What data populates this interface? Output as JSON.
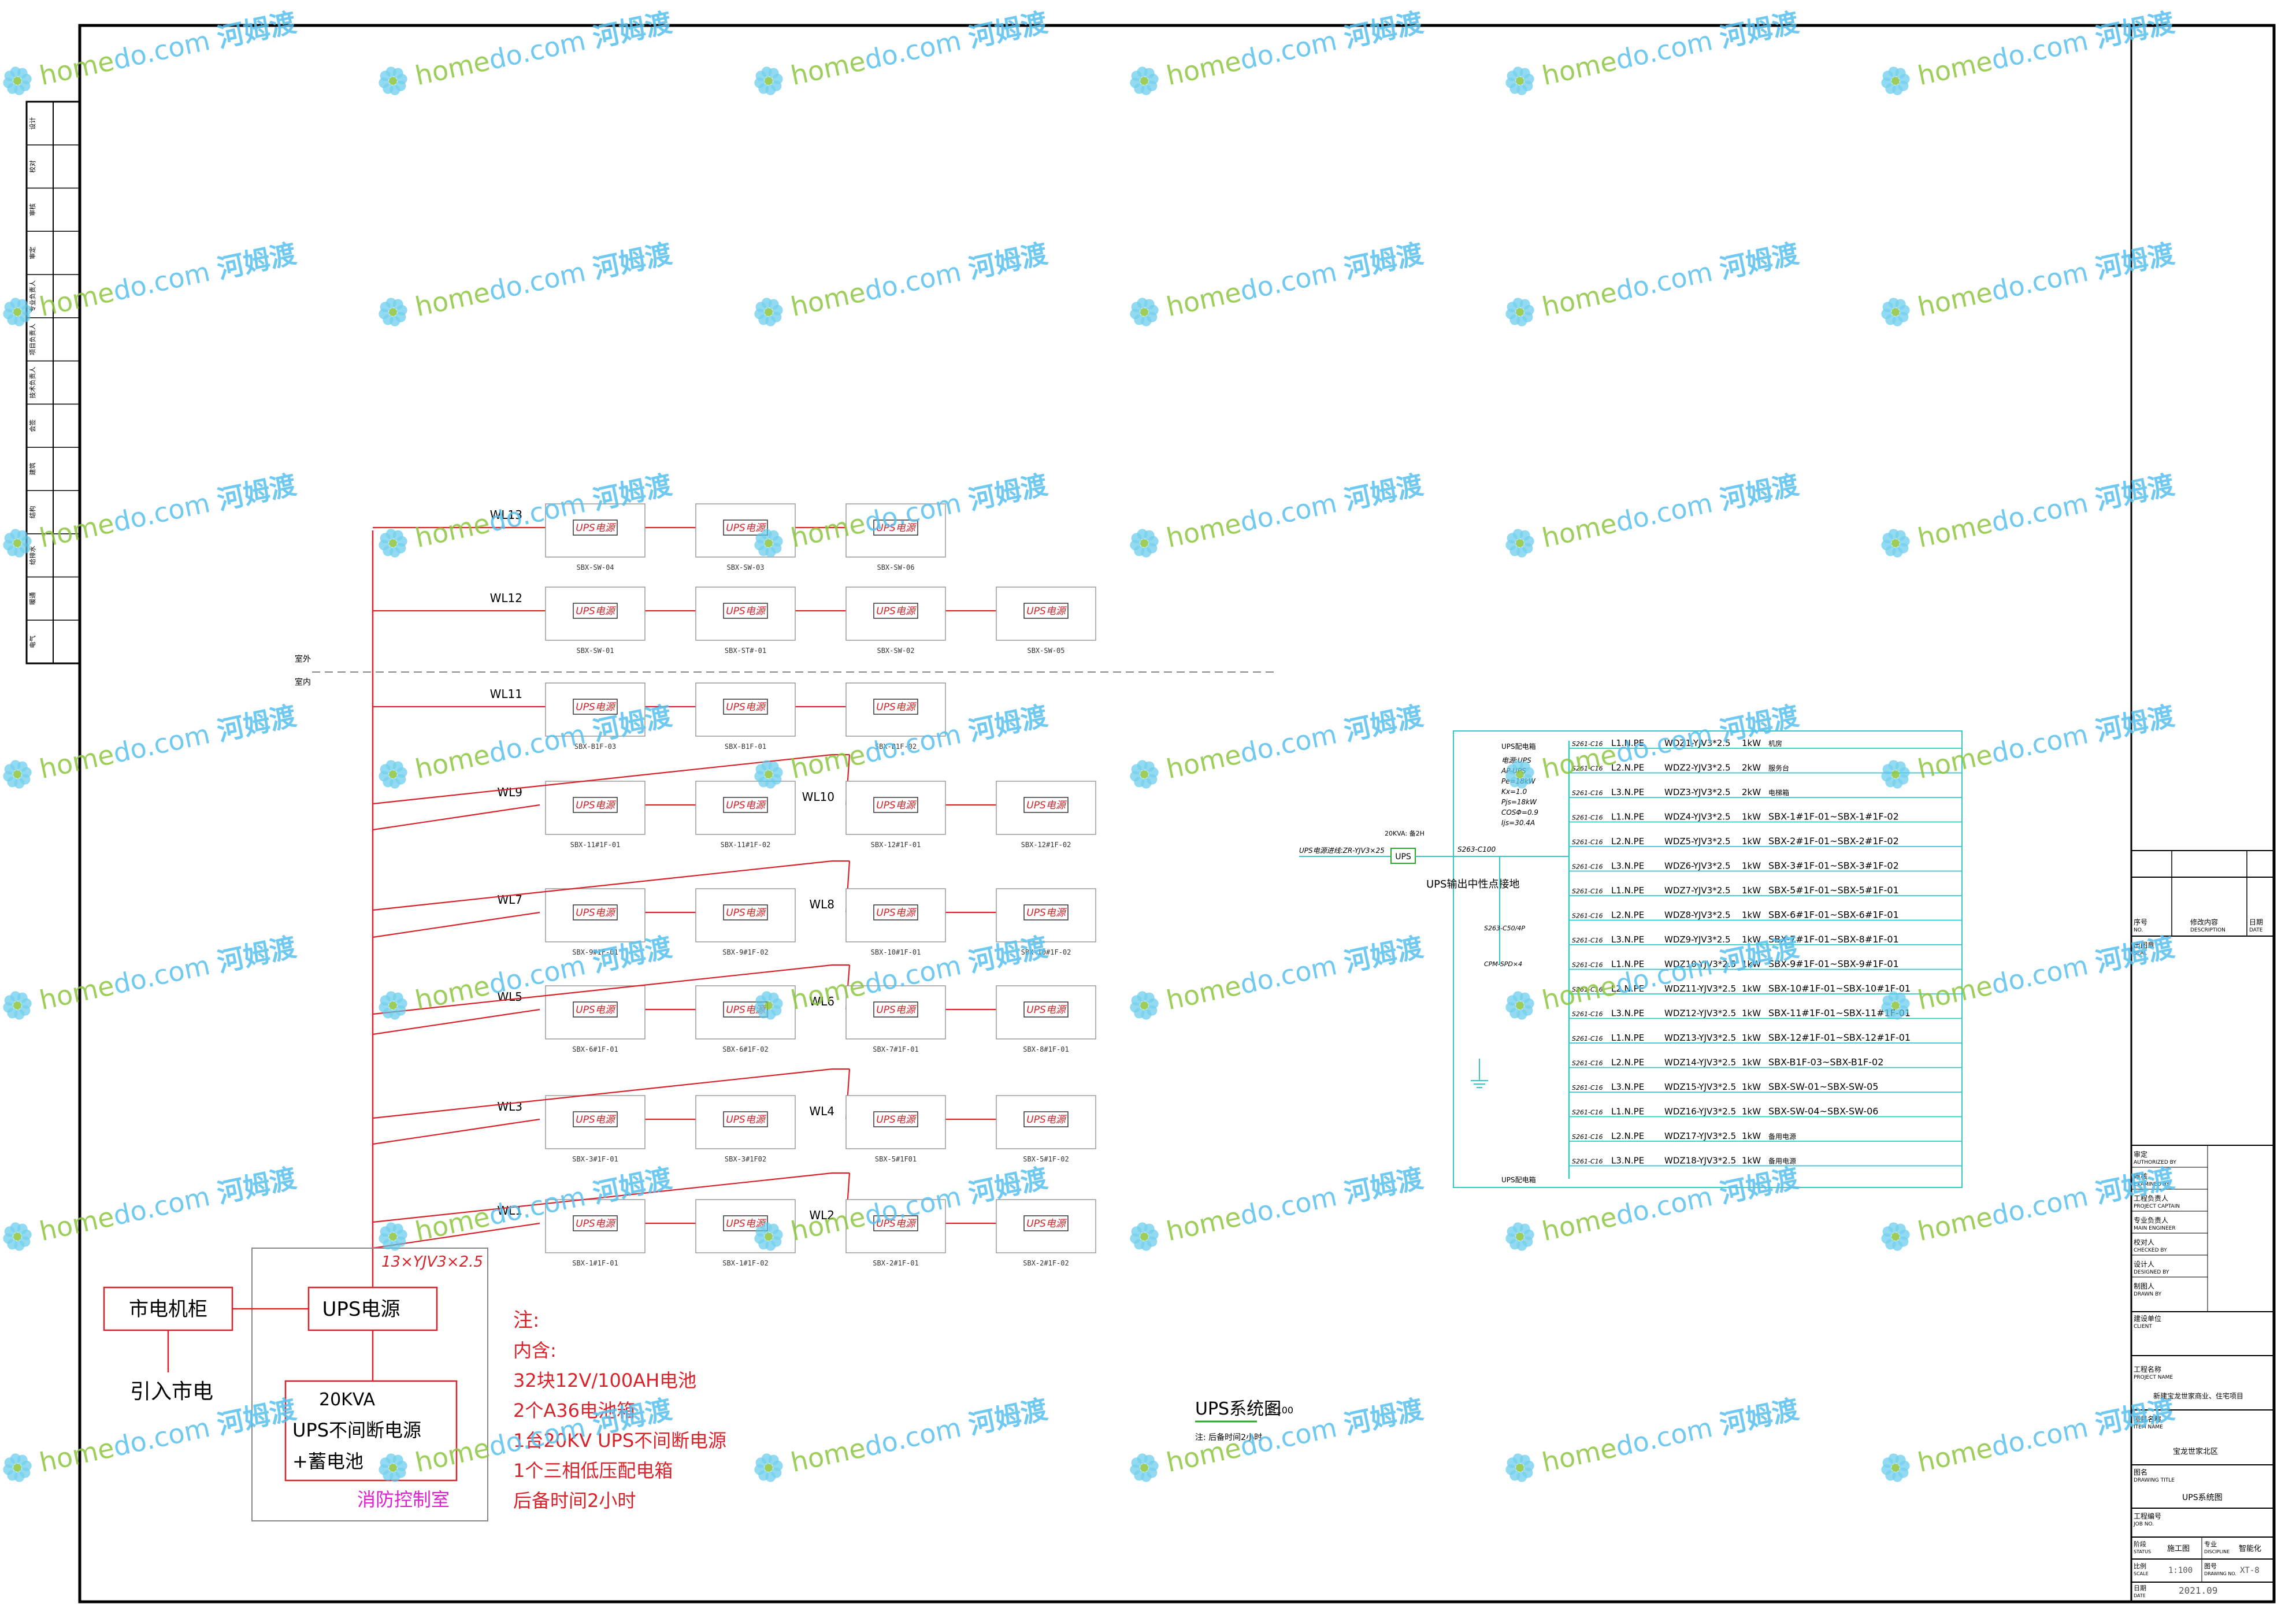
{
  "colors": {
    "red": "#d9222a",
    "cyan": "#33c9c9",
    "frame": "#000000",
    "magenta": "#e020d0",
    "green": "#2aa82a",
    "grey": "#888888",
    "wm_blue": "#55c0ee",
    "wm_green": "#8cc63f",
    "wm_flower": "#5cc8ea"
  },
  "watermark": {
    "brand_a": "home",
    "brand_b": "do",
    "brand_c": ".com",
    "cn": "河姆渡"
  },
  "left_strip": {
    "rows": [
      "设计",
      "校对",
      "审核",
      "审定",
      "专业负责人",
      "项目负责人",
      "技术负责人",
      "会签",
      "建筑",
      "结构",
      "给排水",
      "暖通",
      "电气"
    ]
  },
  "outdoor_label": "室外",
  "indoor_label": "室内",
  "circuits": [
    {
      "id": "WL13",
      "boxes": [
        "SBX-SW-04",
        "SBX-SW-03",
        "SBX-SW-06"
      ]
    },
    {
      "id": "WL12",
      "boxes": [
        "SBX-SW-01",
        "SBX-ST#-01",
        "SBX-SW-02",
        "SBX-SW-05"
      ]
    },
    {
      "id": "WL11",
      "boxes": [
        "SBX-B1F-03",
        "SBX-B1F-01",
        "SBX-B1F-02"
      ]
    },
    {
      "id": "WL9",
      "boxes": [
        "SBX-11#1F-01",
        "SBX-11#1F-02"
      ]
    },
    {
      "id": "WL10",
      "boxes": [
        "SBX-12#1F-01",
        "SBX-12#1F-02"
      ]
    },
    {
      "id": "WL7",
      "boxes": [
        "SBX-9#1F-01",
        "SBX-9#1F-02"
      ]
    },
    {
      "id": "WL8",
      "boxes": [
        "SBX-10#1F-01",
        "SBX-10#1F-02"
      ]
    },
    {
      "id": "WL5",
      "boxes": [
        "SBX-6#1F-01",
        "SBX-6#1F-02"
      ]
    },
    {
      "id": "WL6",
      "boxes": [
        "SBX-7#1F-01",
        "SBX-8#1F-01"
      ]
    },
    {
      "id": "WL3",
      "boxes": [
        "SBX-3#1F-01",
        "SBX-3#1F02"
      ]
    },
    {
      "id": "WL4",
      "boxes": [
        "SBX-5#1F01",
        "SBX-5#1F-02"
      ]
    },
    {
      "id": "WL1",
      "boxes": [
        "SBX-1#1F-01",
        "SBX-1#1F-02"
      ]
    },
    {
      "id": "WL2",
      "boxes": [
        "SBX-2#1F-01",
        "SBX-2#1F-02"
      ]
    }
  ],
  "ups_box_label": "UPS电源",
  "cable_label": "13×YJV3×2.5",
  "city_cabinet": "市电机柜",
  "city_power": "引入市电",
  "ups_power": "UPS电源",
  "ups_unit": {
    "line1": "20KVA",
    "line2": "UPS不间断电源",
    "line3": "+蓄电池"
  },
  "room_label": "消防控制室",
  "notes": {
    "title": "注:",
    "lines": [
      "内含:",
      "32块12V/100AH电池",
      "2个A36电池箱",
      "1台20KV UPS不间断电源",
      "1个三相低压配电箱",
      "后备时间2小时"
    ]
  },
  "diagram_title": "UPS系统图",
  "diagram_scale": "1:100",
  "diagram_note": "注: 后备时间2小时",
  "panel": {
    "name": "UPS配电箱",
    "params": [
      "电源:UPS",
      "AP-UPS",
      "Pe=18kW",
      "Kx=1.0",
      "Pjs=18kW",
      "COSΦ=0.9",
      "Ijs=30.4A"
    ],
    "feed_label": "20KVA: 备2H",
    "feeder": "UPS电源进线:ZR-YJV3×25",
    "ups_tag": "UPS",
    "main_breaker": "S263-C100",
    "monitor": "UPS输出中性点接地",
    "spd_breaker": "S263-C50/4P",
    "spd": "CPM-SPD×4",
    "bottom": "UPS配电箱",
    "rows": [
      {
        "brk": "S261-C16",
        "phase": "L1.N.PE",
        "cable": "WDZ1-YJV3*2.5",
        "kw": "1kW",
        "load": "机房"
      },
      {
        "brk": "S261-C16",
        "phase": "L2.N.PE",
        "cable": "WDZ2-YJV3*2.5",
        "kw": "2kW",
        "load": "服务台"
      },
      {
        "brk": "S261-C16",
        "phase": "L3.N.PE",
        "cable": "WDZ3-YJV3*2.5",
        "kw": "2kW",
        "load": "电梯箱"
      },
      {
        "brk": "S261-C16",
        "phase": "L1.N.PE",
        "cable": "WDZ4-YJV3*2.5",
        "kw": "1kW",
        "load": "SBX-1#1F-01~SBX-1#1F-02"
      },
      {
        "brk": "S261-C16",
        "phase": "L2.N.PE",
        "cable": "WDZ5-YJV3*2.5",
        "kw": "1kW",
        "load": "SBX-2#1F-01~SBX-2#1F-02"
      },
      {
        "brk": "S261-C16",
        "phase": "L3.N.PE",
        "cable": "WDZ6-YJV3*2.5",
        "kw": "1kW",
        "load": "SBX-3#1F-01~SBX-3#1F-02"
      },
      {
        "brk": "S261-C16",
        "phase": "L1.N.PE",
        "cable": "WDZ7-YJV3*2.5",
        "kw": "1kW",
        "load": "SBX-5#1F-01~SBX-5#1F-01"
      },
      {
        "brk": "S261-C16",
        "phase": "L2.N.PE",
        "cable": "WDZ8-YJV3*2.5",
        "kw": "1kW",
        "load": "SBX-6#1F-01~SBX-6#1F-01"
      },
      {
        "brk": "S261-C16",
        "phase": "L3.N.PE",
        "cable": "WDZ9-YJV3*2.5",
        "kw": "1kW",
        "load": "SBX-7#1F-01~SBX-8#1F-01"
      },
      {
        "brk": "S261-C16",
        "phase": "L1.N.PE",
        "cable": "WDZ10-YJV3*2.5",
        "kw": "1kW",
        "load": "SBX-9#1F-01~SBX-9#1F-01"
      },
      {
        "brk": "S261-C16",
        "phase": "L2.N.PE",
        "cable": "WDZ11-YJV3*2.5",
        "kw": "1kW",
        "load": "SBX-10#1F-01~SBX-10#1F-01"
      },
      {
        "brk": "S261-C16",
        "phase": "L3.N.PE",
        "cable": "WDZ12-YJV3*2.5",
        "kw": "1kW",
        "load": "SBX-11#1F-01~SBX-11#1F-01"
      },
      {
        "brk": "S261-C16",
        "phase": "L1.N.PE",
        "cable": "WDZ13-YJV3*2.5",
        "kw": "1kW",
        "load": "SBX-12#1F-01~SBX-12#1F-01"
      },
      {
        "brk": "S261-C16",
        "phase": "L2.N.PE",
        "cable": "WDZ14-YJV3*2.5",
        "kw": "1kW",
        "load": "SBX-B1F-03~SBX-B1F-02"
      },
      {
        "brk": "S261-C16",
        "phase": "L3.N.PE",
        "cable": "WDZ15-YJV3*2.5",
        "kw": "1kW",
        "load": "SBX-SW-01~SBX-SW-05"
      },
      {
        "brk": "S261-C16",
        "phase": "L1.N.PE",
        "cable": "WDZ16-YJV3*2.5",
        "kw": "1kW",
        "load": "SBX-SW-04~SBX-SW-06"
      },
      {
        "brk": "S261-C16",
        "phase": "L2.N.PE",
        "cable": "WDZ17-YJV3*2.5",
        "kw": "1kW",
        "load": "备用电源"
      },
      {
        "brk": "S261-C16",
        "phase": "L3.N.PE",
        "cable": "WDZ18-YJV3*2.5",
        "kw": "1kW",
        "load": "备用电源"
      }
    ]
  },
  "title_block": {
    "rev_cols": [
      "序号",
      "修改内容",
      "日期"
    ],
    "rev_cols_en": [
      "NO.",
      "DESCRIPTION",
      "DATE"
    ],
    "seal": "出图章",
    "seal_en": "SEAL",
    "roles": [
      {
        "cn": "审定",
        "en": "AUTHORIZED BY"
      },
      {
        "cn": "审核",
        "en": "EXAMINED BY"
      },
      {
        "cn": "工程负责人",
        "en": "PROJECT CAPTAIN"
      },
      {
        "cn": "专业负责人",
        "en": "MAIN ENGINEER"
      },
      {
        "cn": "校对人",
        "en": "CHECKED BY"
      },
      {
        "cn": "设计人",
        "en": "DESIGNED BY"
      },
      {
        "cn": "制图人",
        "en": "DRAWN BY"
      }
    ],
    "client_cn": "建设单位",
    "client_en": "CLIENT",
    "project_cn": "工程名称",
    "project_en": "PROJECT NAME",
    "project_value": "新建宝龙世家商业、住宅项目",
    "item_cn": "项目名称",
    "item_en": "ITEM NAME",
    "item_value": "宝龙世家北区",
    "title_cn": "图名",
    "title_en": "DRAWING TITLE",
    "title_value": "UPS系统图",
    "job_cn": "工程编号",
    "job_en": "JOB NO.",
    "status_cn": "阶段",
    "status_en": "STATUS",
    "status_value": "施工图",
    "disc_cn": "专业",
    "disc_en": "DISCIPLINE",
    "disc_value": "智能化",
    "scale_cn": "比例",
    "scale_en": "SCALE",
    "scale_value": "1:100",
    "dwg_cn": "图号",
    "dwg_en": "DRAWING NO.",
    "dwg_value": "XT-8",
    "date_cn": "日期",
    "date_en": "DATE",
    "date_value": "2021.09"
  }
}
